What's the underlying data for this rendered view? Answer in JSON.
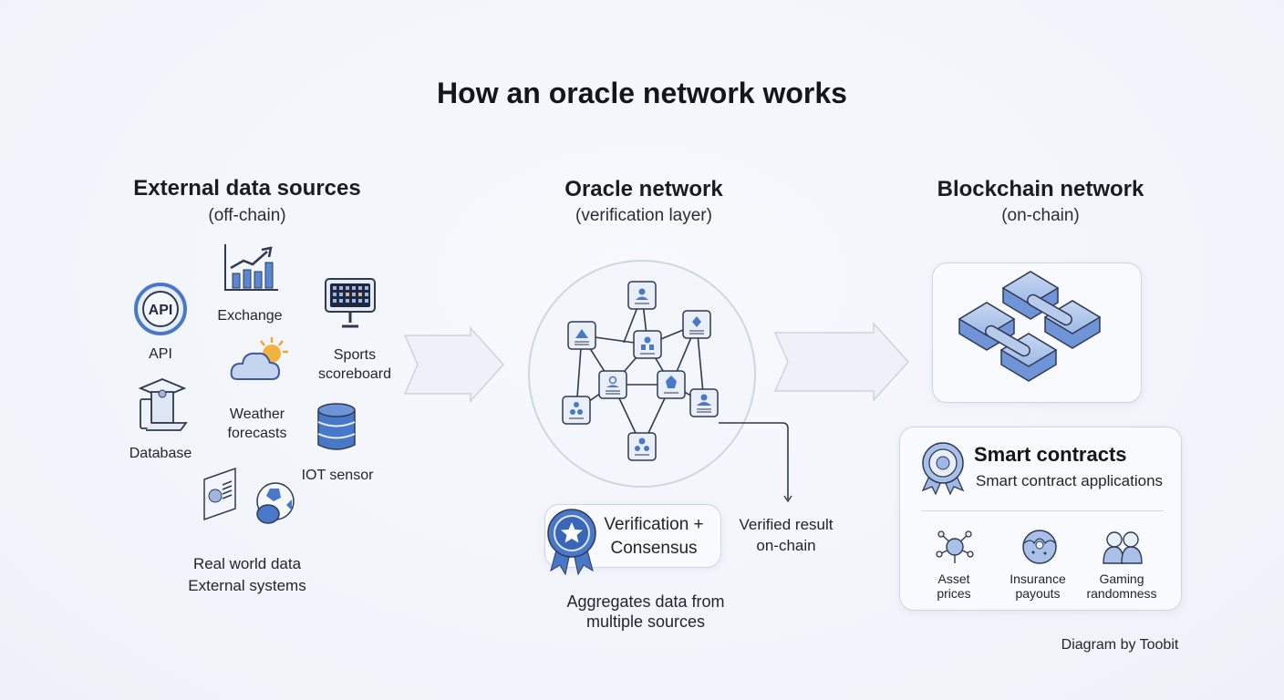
{
  "title": "How an oracle network works",
  "columns": {
    "external": {
      "heading": "External data sources",
      "subheading": "(off-chain)",
      "sources": [
        {
          "label": "API",
          "icon": "api-icon"
        },
        {
          "label": "Exchange",
          "icon": "chart-icon"
        },
        {
          "label": "Sports scoreboard",
          "line1": "Sports",
          "line2": "scoreboard",
          "icon": "scoreboard-icon"
        },
        {
          "label": "Weather forecasts",
          "line1": "Weather",
          "line2": "forecasts",
          "icon": "weather-icon"
        },
        {
          "label": "Database",
          "icon": "database-building-icon"
        },
        {
          "label": "IOT sensor",
          "icon": "database-icon"
        }
      ],
      "footer_line1": "Real world data",
      "footer_line2": "External systems"
    },
    "oracle": {
      "heading": "Oracle network",
      "subheading": "(verification layer)",
      "badge_line1": "Verification +",
      "badge_line2": "Consensus",
      "caption_line1": "Aggregates data from",
      "caption_line2": "multiple sources",
      "output_line1": "Verified result",
      "output_line2": "on-chain"
    },
    "blockchain": {
      "heading": "Blockchain network",
      "subheading": "(on-chain)",
      "contracts_title": "Smart contracts",
      "contracts_subtitle": "Smart contract applications",
      "applications": [
        {
          "line1": "Asset",
          "line2": "prices",
          "icon": "asset-node-icon"
        },
        {
          "line1": "Insurance",
          "line2": "payouts",
          "icon": "insurance-icon"
        },
        {
          "line1": "Gaming",
          "line2": "randomness",
          "icon": "gaming-icon"
        }
      ]
    }
  },
  "credit": "Diagram by Toobit",
  "colors": {
    "accent": "#4a78c9",
    "accent_light": "#a9c0e8",
    "stroke": "#2f3a52",
    "arrow_fill": "#eef1f8"
  }
}
